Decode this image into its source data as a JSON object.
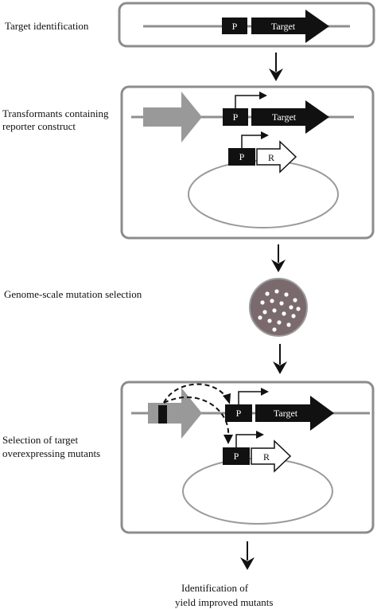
{
  "steps": {
    "target_identification": "Target identification",
    "transformants_line1": "Transformants containing",
    "transformants_line2": "reporter construct",
    "genome_scale_selection": "Genome-scale mutation selection",
    "selection_line1": "Selection of target",
    "selection_line2": "overexpressing mutants",
    "identification_line1": "Identification of",
    "identification_line2": "yield improved mutants"
  },
  "blocks": {
    "promoter": "P",
    "target": "Target",
    "reporter": "R"
  },
  "colors": {
    "panel_border": "#8c8c8c",
    "dna_line": "#8f8f8f",
    "gene_black": "#111111",
    "upstream_gene_gray": "#999999",
    "plasmid_line": "#9a9a9a",
    "petri_dish": "#7a6a6e",
    "colony": "#ffffff"
  }
}
